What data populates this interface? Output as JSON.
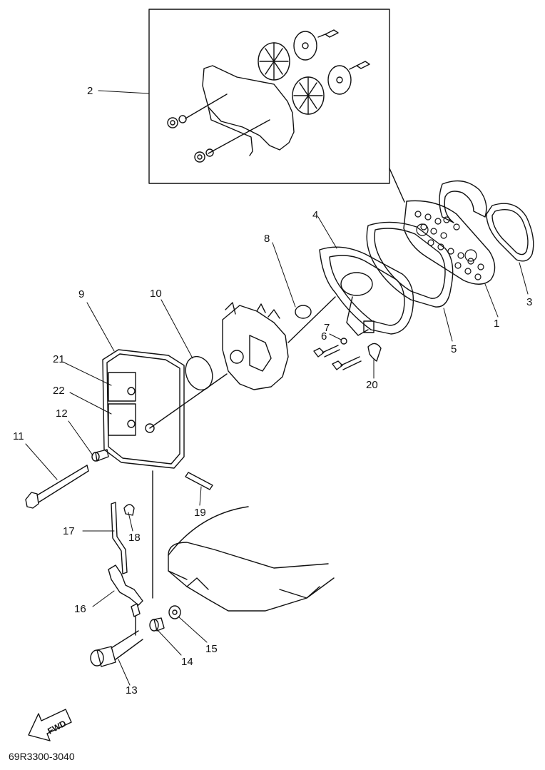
{
  "diagram": {
    "callouts": [
      "1",
      "2",
      "3",
      "4",
      "5",
      "6",
      "7",
      "8",
      "9",
      "10",
      "11",
      "12",
      "13",
      "14",
      "15",
      "16",
      "17",
      "18",
      "19",
      "20",
      "21",
      "22"
    ],
    "fwd_label": "FWD",
    "drawing_code": "69R3300-3040"
  }
}
